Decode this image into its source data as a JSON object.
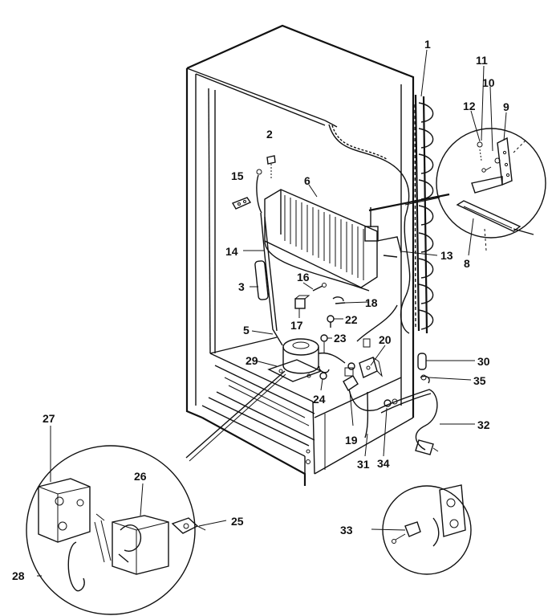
{
  "diagram": {
    "part_labels": {
      "p1": "1",
      "p2": "2",
      "p3": "3",
      "p5": "5",
      "p6": "6",
      "p8": "8",
      "p9": "9",
      "p10": "10",
      "p11": "11",
      "p12": "12",
      "p13": "13",
      "p14": "14",
      "p15": "15",
      "p16": "16",
      "p17": "17",
      "p18": "18",
      "p19": "19",
      "p20": "20",
      "p22": "22",
      "p23": "23",
      "p24": "24",
      "p25": "25",
      "p26": "26",
      "p27": "27",
      "p28": "28",
      "p29": "29",
      "p30": "30",
      "p31": "31",
      "p32": "32",
      "p33": "33",
      "p34": "34",
      "p35": "35"
    }
  }
}
